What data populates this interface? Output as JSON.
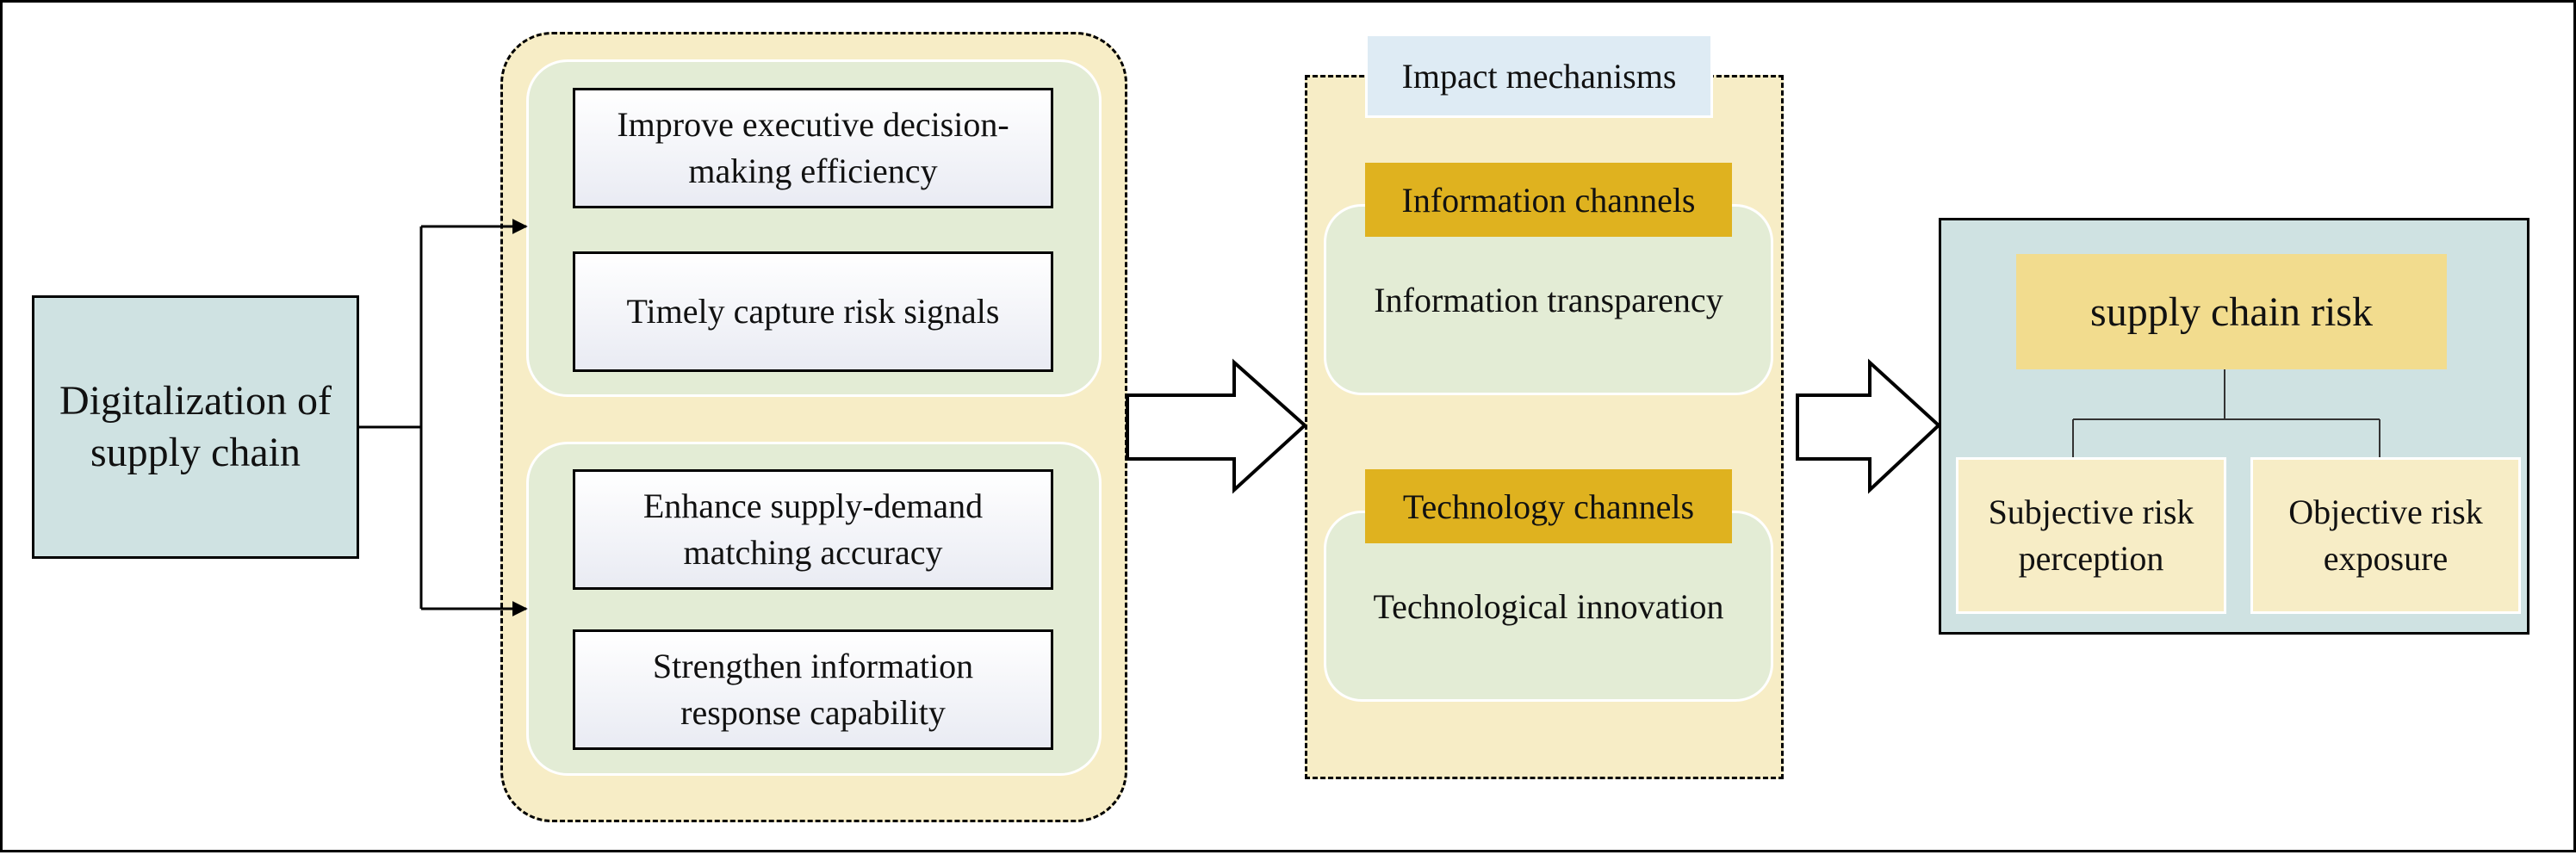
{
  "diagram": {
    "source": {
      "label_line1": "Digitalization of",
      "label_line2": "supply chain"
    },
    "benefits": {
      "group_top": [
        {
          "line1": "Improve executive decision-",
          "line2": "making efficiency"
        },
        {
          "line1": "Timely capture risk signals",
          "line2": ""
        }
      ],
      "group_bottom": [
        {
          "line1": "Enhance supply-demand",
          "line2": "matching accuracy"
        },
        {
          "line1": "Strengthen information",
          "line2": "response capability"
        }
      ]
    },
    "mechanisms": {
      "title": "Impact mechanisms",
      "channels": [
        {
          "label": "Information channels",
          "content": "Information transparency"
        },
        {
          "label": "Technology channels",
          "content": "Technological innovation"
        }
      ]
    },
    "outcome": {
      "title": "supply chain risk",
      "components": [
        {
          "line1": "Subjective risk",
          "line2": "perception"
        },
        {
          "line1": "Objective risk",
          "line2": "exposure"
        }
      ]
    }
  },
  "colors": {
    "light_blue": "#cfe2e2",
    "cream": "#f7edc6",
    "light_green": "#e3ecd5",
    "gold": "#dfb21f",
    "yellow": "#f2dc8e",
    "pale_blue": "#deebf4"
  }
}
